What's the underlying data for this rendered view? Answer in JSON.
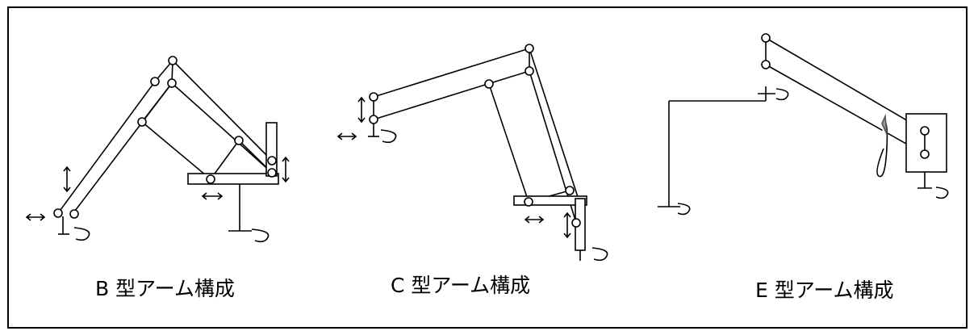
{
  "labels": {
    "b_type": "B 型アーム構成",
    "c_type": "C 型アーム構成",
    "e_type": "E 型アーム構成"
  }
}
